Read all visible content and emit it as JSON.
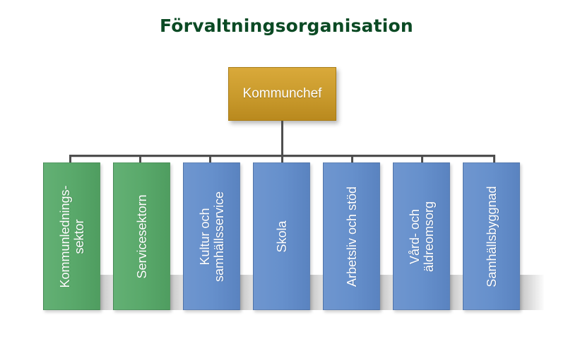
{
  "title": "Förvaltningsorganisation",
  "root": {
    "label": "Kommunchef",
    "color": "#c99a2c"
  },
  "colors": {
    "green": "#5aa96b",
    "blue": "#6690cc",
    "connector": "#4e4e4e",
    "title": "#0b4a24"
  },
  "units": [
    {
      "label": "Kommunlednings-\nsektor",
      "color": "green"
    },
    {
      "label": "Servicesektorn",
      "color": "green"
    },
    {
      "label": "Kultur och\nsamhällsservice",
      "color": "blue"
    },
    {
      "label": "Skola",
      "color": "blue"
    },
    {
      "label": "Arbetsliv och stöd",
      "color": "blue"
    },
    {
      "label": "Vård- och\näldreomsorg",
      "color": "blue"
    },
    {
      "label": "Samhällsbyggnad",
      "color": "blue"
    }
  ]
}
